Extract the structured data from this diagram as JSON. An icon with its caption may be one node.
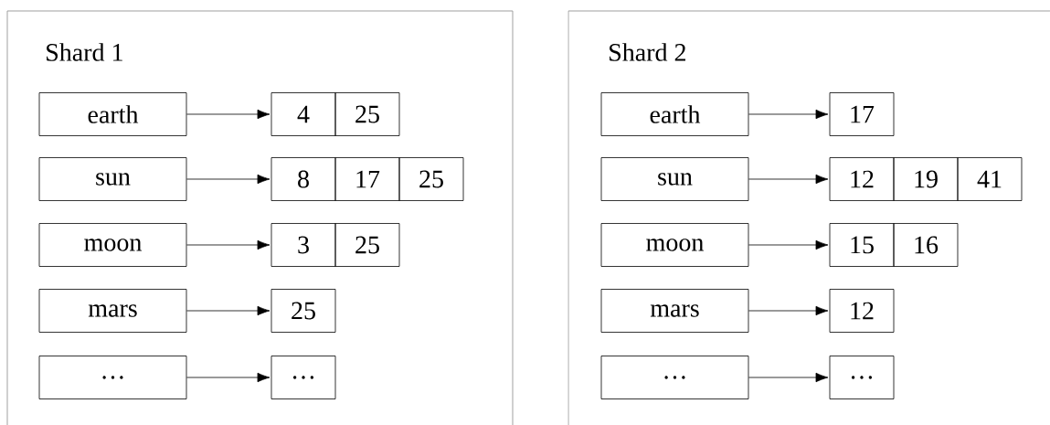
{
  "diagram": {
    "nodes": [
      {
        "text": [
          "Shard 1"
        ]
      },
      {
        "text": [
          "earth"
        ],
        "in": 0
      },
      {
        "text": [
          "4"
        ],
        "in": 0
      },
      {
        "text": [
          "25"
        ],
        "in": 0
      },
      {
        "text": [
          "sun"
        ],
        "in": 0
      },
      {
        "text": [
          "8"
        ],
        "in": 0
      },
      {
        "text": [
          "17"
        ],
        "in": 0
      },
      {
        "text": [
          "25"
        ],
        "in": 0
      },
      {
        "text": [
          "moon"
        ],
        "in": 0
      },
      {
        "text": [
          "3"
        ],
        "in": 0
      },
      {
        "text": [
          "25"
        ],
        "in": 0
      },
      {
        "text": [
          "mars"
        ],
        "in": 0
      },
      {
        "text": [
          "25"
        ],
        "in": 0
      },
      {
        "text": [
          "…"
        ],
        "in": 0
      },
      {
        "text": [
          "…"
        ],
        "in": 0
      },
      {
        "text": [
          "Shard 2"
        ]
      },
      {
        "text": [
          "earth"
        ],
        "in": 15
      },
      {
        "text": [
          "17"
        ],
        "in": 15
      },
      {
        "text": [
          "sun"
        ],
        "in": 15
      },
      {
        "text": [
          "12"
        ],
        "in": 15
      },
      {
        "text": [
          "19"
        ],
        "in": 15
      },
      {
        "text": [
          "41"
        ],
        "in": 15
      },
      {
        "text": [
          "moon"
        ],
        "in": 15
      },
      {
        "text": [
          "15"
        ],
        "in": 15
      },
      {
        "text": [
          "16"
        ],
        "in": 15
      },
      {
        "text": [
          "mars"
        ],
        "in": 15
      },
      {
        "text": [
          "12"
        ],
        "in": 15
      },
      {
        "text": [
          "…"
        ],
        "in": 15
      },
      {
        "text": [
          "…"
        ],
        "in": 15
      }
    ],
    "edges": [
      {
        "from": 1,
        "to": 2,
        "arrow": "to"
      },
      {
        "from": 4,
        "to": 5,
        "arrow": "to"
      },
      {
        "from": 8,
        "to": 9,
        "arrow": "to"
      },
      {
        "from": 11,
        "to": 12,
        "arrow": "to"
      },
      {
        "from": 13,
        "to": 14,
        "arrow": "to"
      },
      {
        "from": 16,
        "to": 17,
        "arrow": "to"
      },
      {
        "from": 18,
        "to": 19,
        "arrow": "to"
      },
      {
        "from": 22,
        "to": 23,
        "arrow": "to"
      },
      {
        "from": 25,
        "to": 26,
        "arrow": "to"
      },
      {
        "from": 27,
        "to": 28,
        "arrow": "to"
      }
    ]
  }
}
